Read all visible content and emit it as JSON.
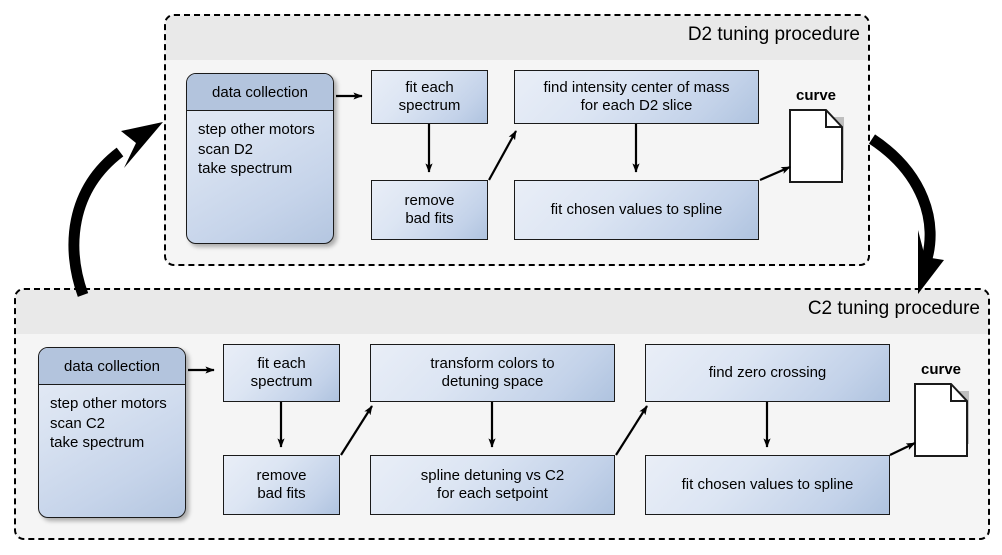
{
  "diagram": {
    "title": "D2 and C2 tuning procedure flowchart",
    "background": "#ffffff",
    "box_fill_light": "#e9eef7",
    "box_fill_dark": "#afc3df",
    "header_fill": "#b3c4dd",
    "container_fill": "#f5f5f5",
    "container_header_fill": "#e9e9e9",
    "stroke": "#1a1a1a"
  },
  "d2": {
    "title": "D2 tuning procedure",
    "data_collection": {
      "header": "data collection",
      "lines": [
        "step other motors",
        "scan D2",
        "take spectrum"
      ]
    },
    "steps": [
      {
        "id": "fit-each-spectrum",
        "lines": [
          "fit each",
          "spectrum"
        ]
      },
      {
        "id": "remove-bad-fits",
        "lines": [
          "remove",
          "bad fits"
        ]
      },
      {
        "id": "find-intensity-center-of-mass",
        "lines": [
          "find intensity center of mass",
          "for each D2 slice"
        ]
      },
      {
        "id": "fit-chosen-values-to-spline",
        "lines": [
          "fit chosen values to spline"
        ]
      }
    ],
    "output": {
      "label": "curve",
      "icon": "document-icon"
    }
  },
  "c2": {
    "title": "C2 tuning procedure",
    "data_collection": {
      "header": "data collection",
      "lines": [
        "step other motors",
        "scan C2",
        "take spectrum"
      ]
    },
    "steps": [
      {
        "id": "fit-each-spectrum",
        "lines": [
          "fit each",
          "spectrum"
        ]
      },
      {
        "id": "remove-bad-fits",
        "lines": [
          "remove",
          "bad fits"
        ]
      },
      {
        "id": "transform-colors-to-detuning-space",
        "lines": [
          "transform colors to",
          "detuning space"
        ]
      },
      {
        "id": "spline-detuning-vs-c2",
        "lines": [
          "spline detuning vs C2",
          "for each setpoint"
        ]
      },
      {
        "id": "find-zero-crossing",
        "lines": [
          "find zero crossing"
        ]
      },
      {
        "id": "fit-chosen-values-to-spline",
        "lines": [
          "fit chosen values to spline"
        ]
      }
    ],
    "output": {
      "label": "curve",
      "icon": "document-icon"
    }
  },
  "loop_arrows": [
    {
      "id": "c2-to-d2",
      "direction": "up-left",
      "style": "thick-curved"
    },
    {
      "id": "d2-to-c2",
      "direction": "down-right",
      "style": "thick-curved"
    }
  ]
}
